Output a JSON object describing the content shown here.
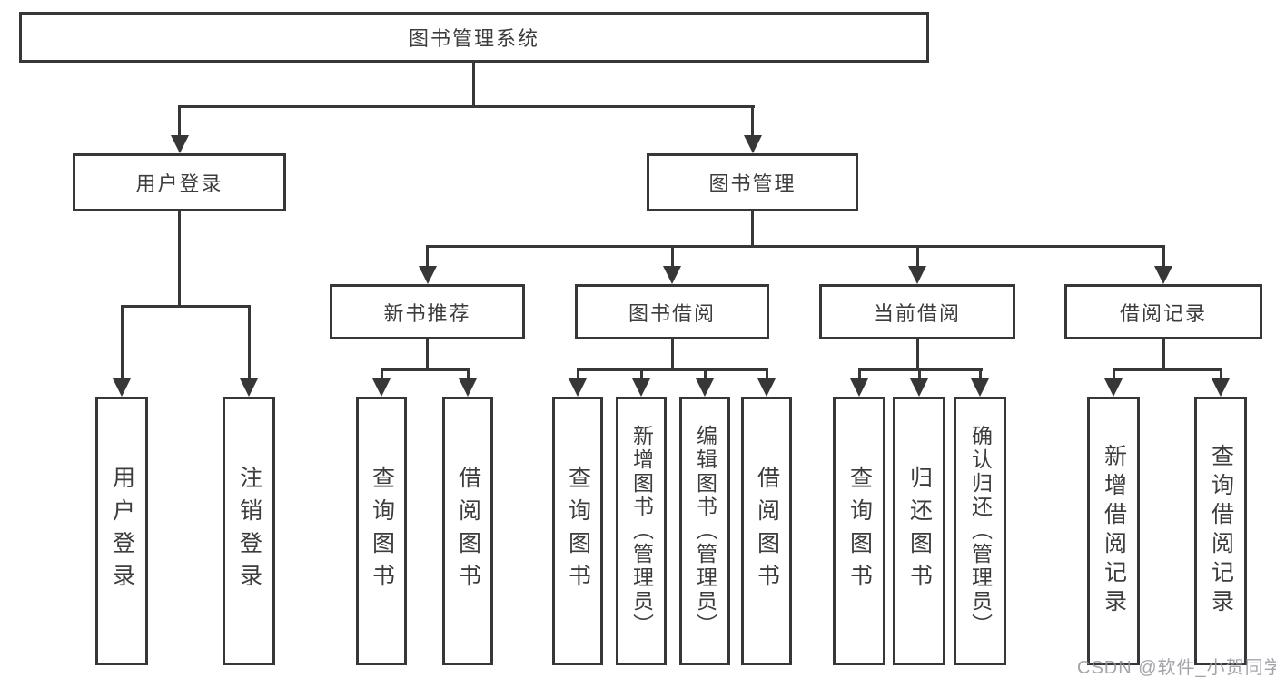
{
  "diagram_title": "图书管理系统",
  "tree": {
    "label": "图书管理系统",
    "children": [
      {
        "label": "用户登录",
        "children": [
          {
            "label": "用户登录"
          },
          {
            "label": "注销登录"
          }
        ]
      },
      {
        "label": "图书管理",
        "children": [
          {
            "label": "新书推荐",
            "children": [
              {
                "label": "查询图书"
              },
              {
                "label": "借阅图书"
              }
            ]
          },
          {
            "label": "图书借阅",
            "children": [
              {
                "label": "查询图书"
              },
              {
                "label": "新增图书（管理员）"
              },
              {
                "label": "编辑图书（管理员）"
              },
              {
                "label": "借阅图书"
              }
            ]
          },
          {
            "label": "当前借阅",
            "children": [
              {
                "label": "查询图书"
              },
              {
                "label": "归还图书"
              },
              {
                "label": "确认归还（管理员）"
              }
            ]
          },
          {
            "label": "借阅记录",
            "children": [
              {
                "label": "新增借阅记录"
              },
              {
                "label": "查询借阅记录"
              }
            ]
          }
        ]
      }
    ]
  },
  "watermark": {
    "text": "CSDN @软件_小贺同学"
  },
  "colors": {
    "line": "#373737",
    "text": "#3d3d3d",
    "background": "#ffffff",
    "watermark": "#9494a0"
  }
}
